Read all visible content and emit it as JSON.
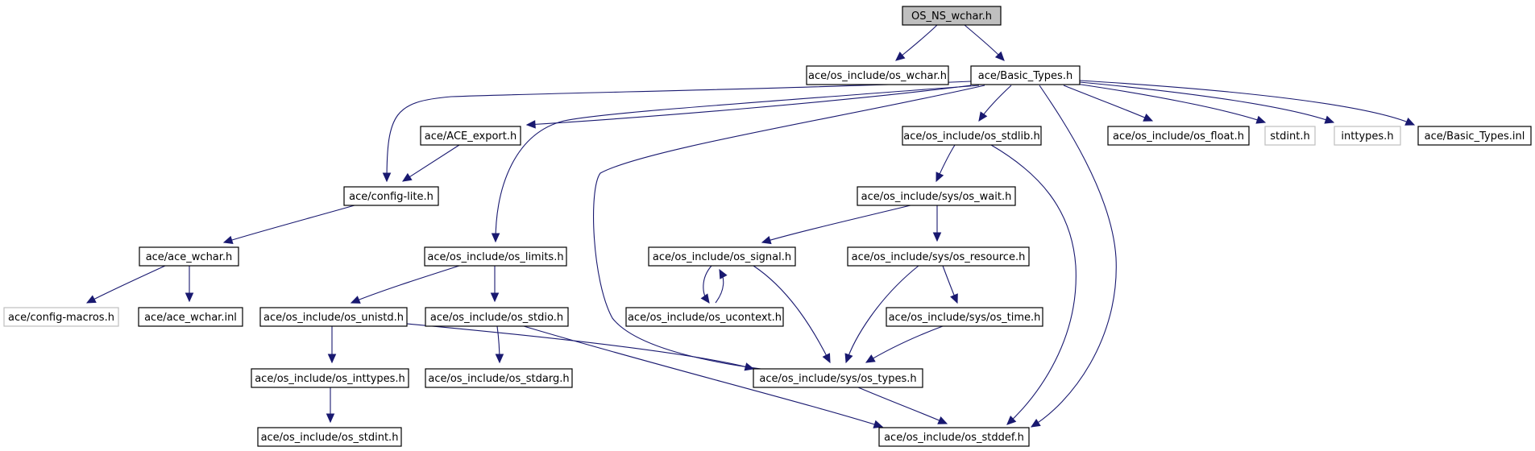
{
  "diagram": {
    "title": "OS_NS_wchar.h",
    "colors": {
      "edge": "#191970",
      "root_fill": "#bfbfbf",
      "node_border": "#000000",
      "external_border": "#bfbfbf",
      "background": "#ffffff"
    },
    "nodes": [
      {
        "id": "os_ns_wchar",
        "label": "OS_NS_wchar.h",
        "kind": "root"
      },
      {
        "id": "os_wchar",
        "label": "ace/os_include/os_wchar.h",
        "kind": "file"
      },
      {
        "id": "basic_types",
        "label": "ace/Basic_Types.h",
        "kind": "file"
      },
      {
        "id": "ace_export",
        "label": "ace/ACE_export.h",
        "kind": "file"
      },
      {
        "id": "os_stdlib",
        "label": "ace/os_include/os_stdlib.h",
        "kind": "file"
      },
      {
        "id": "os_float",
        "label": "ace/os_include/os_float.h",
        "kind": "file"
      },
      {
        "id": "stdint",
        "label": "stdint.h",
        "kind": "external"
      },
      {
        "id": "inttypes",
        "label": "inttypes.h",
        "kind": "external"
      },
      {
        "id": "basic_types_inl",
        "label": "ace/Basic_Types.inl",
        "kind": "file"
      },
      {
        "id": "config_lite",
        "label": "ace/config-lite.h",
        "kind": "file"
      },
      {
        "id": "os_wait",
        "label": "ace/os_include/sys/os_wait.h",
        "kind": "file"
      },
      {
        "id": "ace_wchar",
        "label": "ace/ace_wchar.h",
        "kind": "file"
      },
      {
        "id": "os_limits",
        "label": "ace/os_include/os_limits.h",
        "kind": "file"
      },
      {
        "id": "os_signal",
        "label": "ace/os_include/os_signal.h",
        "kind": "file"
      },
      {
        "id": "os_resource",
        "label": "ace/os_include/sys/os_resource.h",
        "kind": "file"
      },
      {
        "id": "config_macros",
        "label": "ace/config-macros.h",
        "kind": "external"
      },
      {
        "id": "ace_wchar_inl",
        "label": "ace/ace_wchar.inl",
        "kind": "file"
      },
      {
        "id": "os_unistd",
        "label": "ace/os_include/os_unistd.h",
        "kind": "file"
      },
      {
        "id": "os_stdio",
        "label": "ace/os_include/os_stdio.h",
        "kind": "file"
      },
      {
        "id": "os_ucontext",
        "label": "ace/os_include/os_ucontext.h",
        "kind": "file"
      },
      {
        "id": "os_time",
        "label": "ace/os_include/sys/os_time.h",
        "kind": "file"
      },
      {
        "id": "os_inttypes",
        "label": "ace/os_include/os_inttypes.h",
        "kind": "file"
      },
      {
        "id": "os_stdarg",
        "label": "ace/os_include/os_stdarg.h",
        "kind": "file"
      },
      {
        "id": "os_types",
        "label": "ace/os_include/sys/os_types.h",
        "kind": "file"
      },
      {
        "id": "os_stdint",
        "label": "ace/os_include/os_stdint.h",
        "kind": "file"
      },
      {
        "id": "os_stddef",
        "label": "ace/os_include/os_stddef.h",
        "kind": "file"
      }
    ],
    "edges": [
      {
        "from": "os_ns_wchar",
        "to": "os_wchar"
      },
      {
        "from": "os_ns_wchar",
        "to": "basic_types"
      },
      {
        "from": "basic_types",
        "to": "ace_export"
      },
      {
        "from": "basic_types",
        "to": "config_lite"
      },
      {
        "from": "basic_types",
        "to": "os_limits"
      },
      {
        "from": "basic_types",
        "to": "os_types"
      },
      {
        "from": "basic_types",
        "to": "os_stdlib"
      },
      {
        "from": "basic_types",
        "to": "os_stddef"
      },
      {
        "from": "basic_types",
        "to": "os_float"
      },
      {
        "from": "basic_types",
        "to": "stdint"
      },
      {
        "from": "basic_types",
        "to": "inttypes"
      },
      {
        "from": "basic_types",
        "to": "basic_types_inl"
      },
      {
        "from": "ace_export",
        "to": "config_lite"
      },
      {
        "from": "config_lite",
        "to": "ace_wchar"
      },
      {
        "from": "ace_wchar",
        "to": "config_macros"
      },
      {
        "from": "ace_wchar",
        "to": "ace_wchar_inl"
      },
      {
        "from": "os_stdlib",
        "to": "os_wait"
      },
      {
        "from": "os_stdlib",
        "to": "os_stddef"
      },
      {
        "from": "os_wait",
        "to": "os_signal"
      },
      {
        "from": "os_wait",
        "to": "os_resource"
      },
      {
        "from": "os_limits",
        "to": "os_unistd"
      },
      {
        "from": "os_limits",
        "to": "os_stdio"
      },
      {
        "from": "os_unistd",
        "to": "os_inttypes"
      },
      {
        "from": "os_unistd",
        "to": "os_types"
      },
      {
        "from": "os_inttypes",
        "to": "os_stdint"
      },
      {
        "from": "os_stdio",
        "to": "os_stdarg"
      },
      {
        "from": "os_stdio",
        "to": "os_stddef"
      },
      {
        "from": "os_signal",
        "to": "os_ucontext"
      },
      {
        "from": "os_ucontext",
        "to": "os_signal"
      },
      {
        "from": "os_signal",
        "to": "os_types"
      },
      {
        "from": "os_resource",
        "to": "os_time"
      },
      {
        "from": "os_resource",
        "to": "os_types"
      },
      {
        "from": "os_time",
        "to": "os_types"
      },
      {
        "from": "os_types",
        "to": "os_stddef"
      }
    ]
  }
}
